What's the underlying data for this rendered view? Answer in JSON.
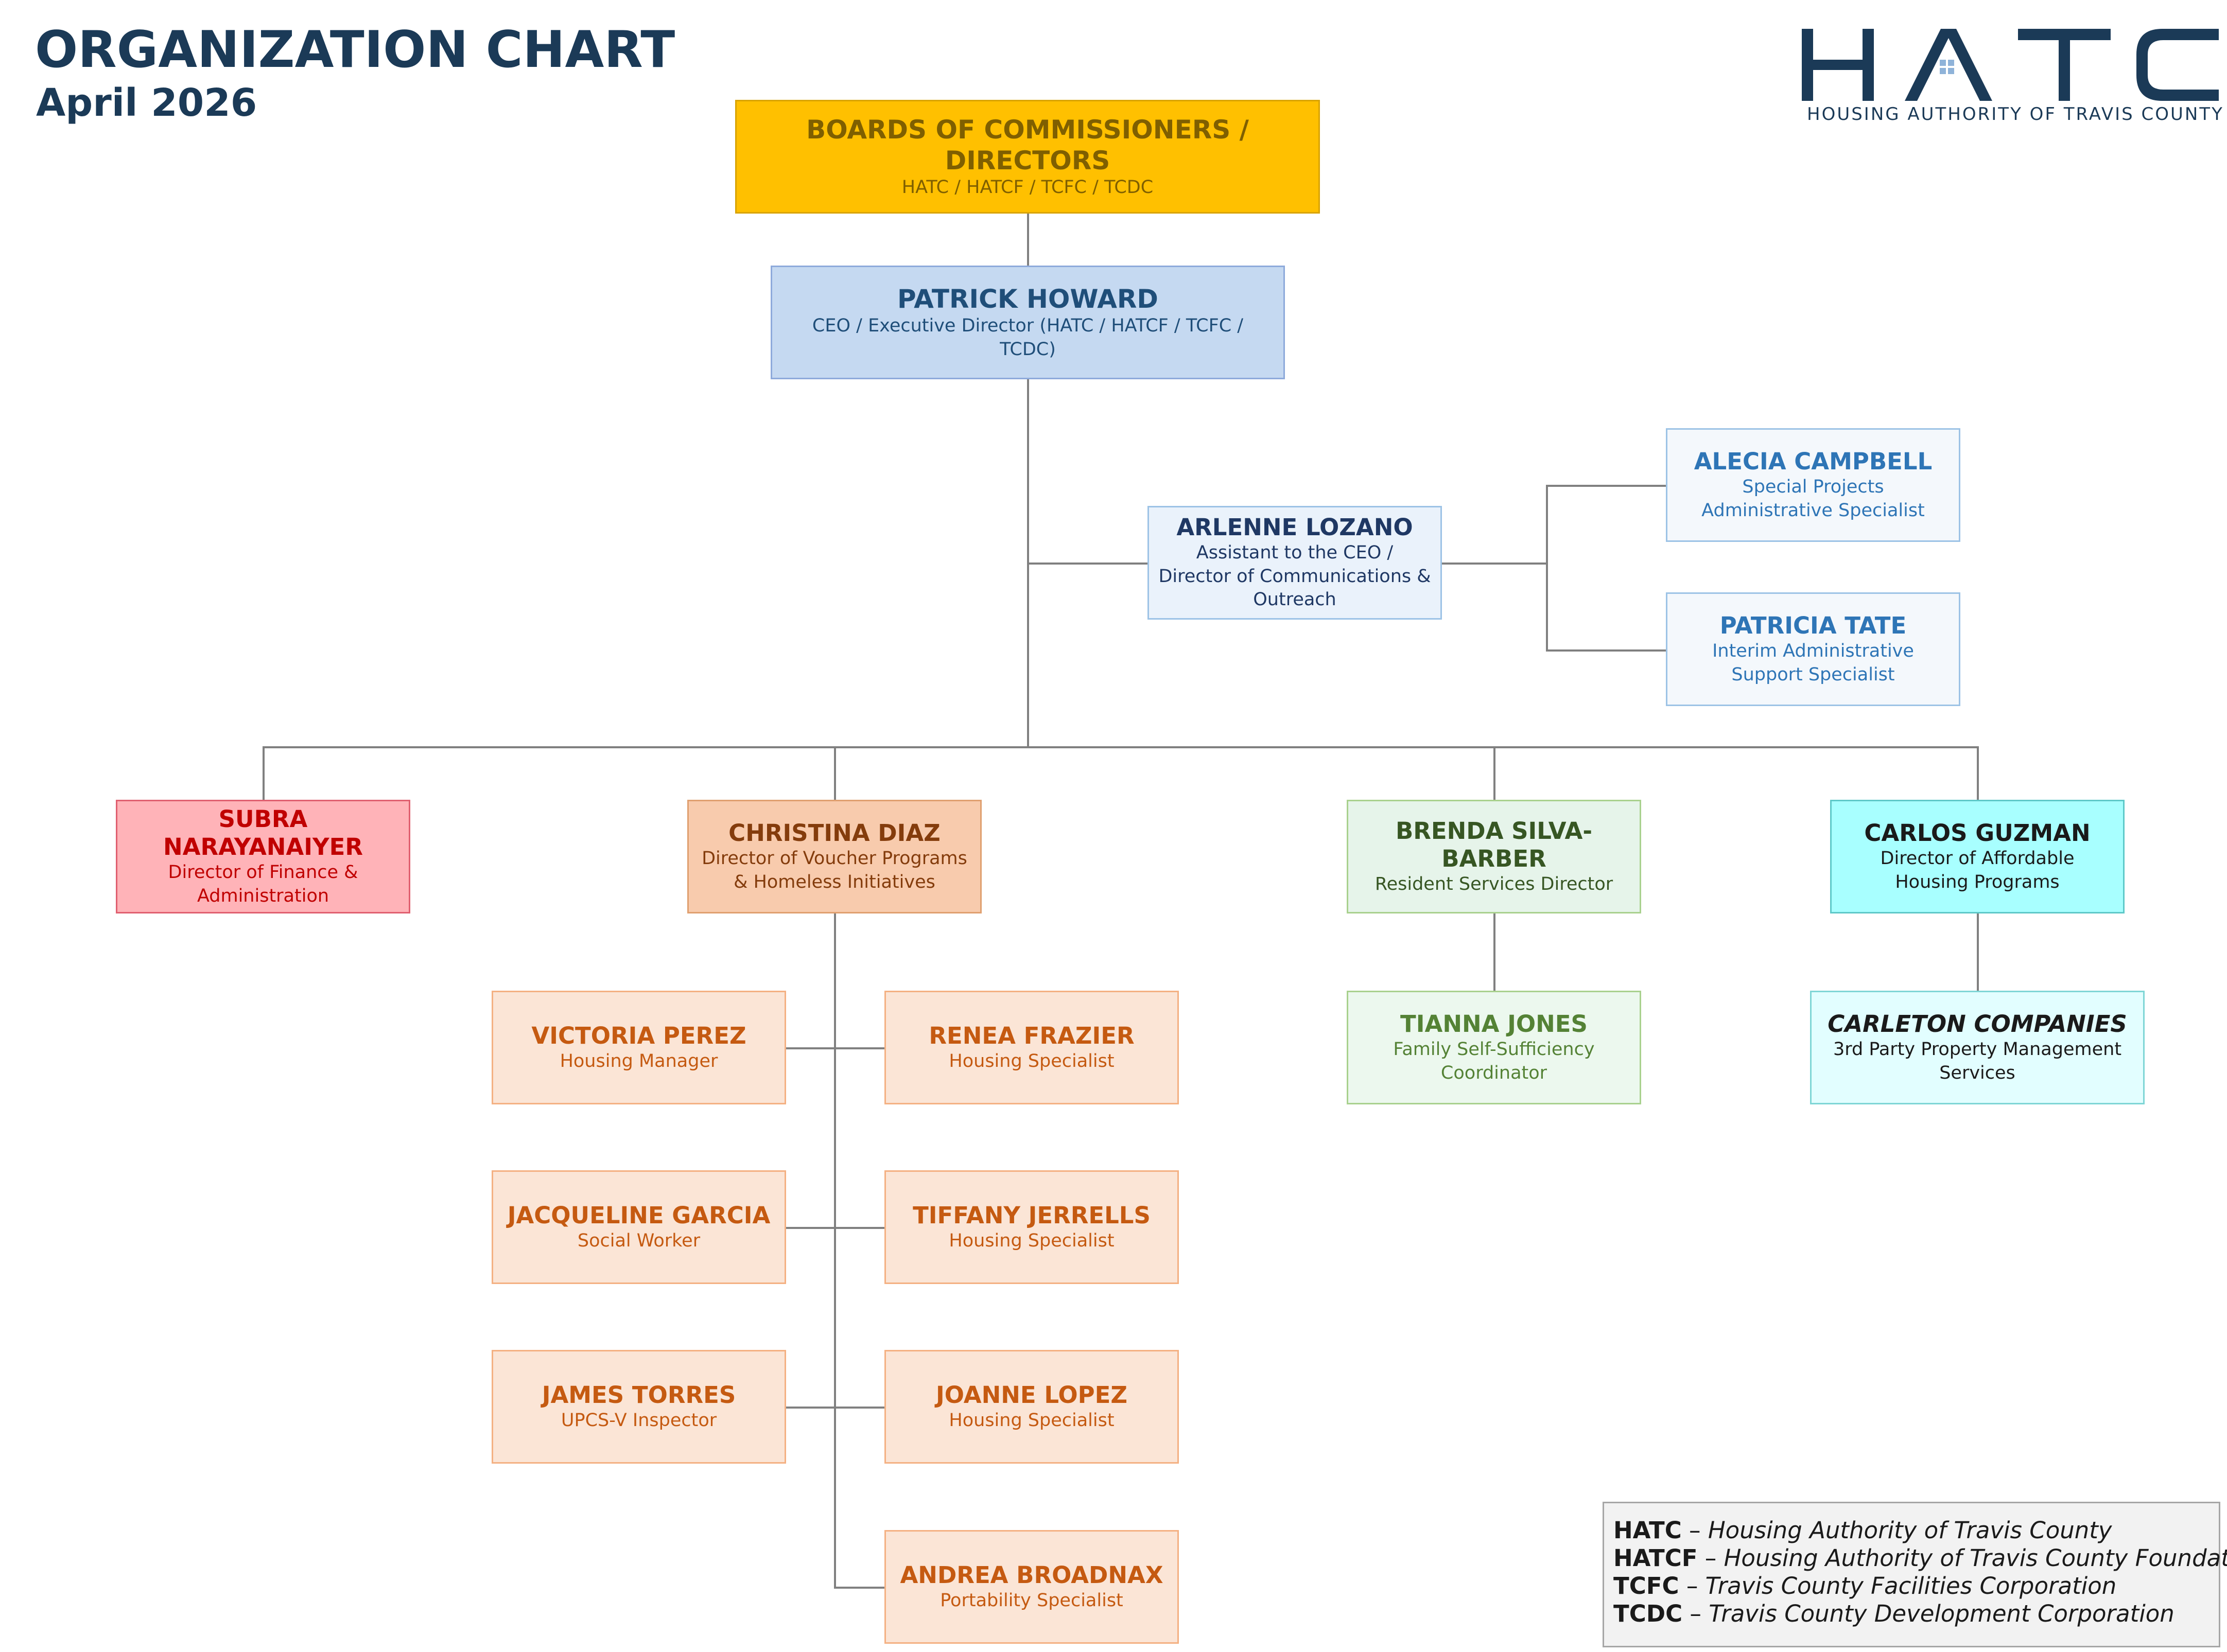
{
  "header": {
    "title": "ORGANIZATION CHART",
    "date": "April 2026"
  },
  "logo": {
    "letters": "HATC",
    "tagline": "HOUSING AUTHORITY OF TRAVIS COUNTY"
  },
  "board": {
    "name": "BOARDS OF COMMISSIONERS / DIRECTORS",
    "role": "HATC / HATCF / TCFC / TCDC"
  },
  "ceo": {
    "name": "PATRICK HOWARD",
    "role": "CEO / Executive Director (HATC / HATCF / TCFC / TCDC)"
  },
  "assistant": {
    "name": "ARLENNE LOZANO",
    "role": "Assistant to the CEO / Director of Communications & Outreach"
  },
  "assistant_reports": [
    {
      "name": "ALECIA CAMPBELL",
      "role": "Special Projects Administrative Specialist"
    },
    {
      "name": "PATRICIA TATE",
      "role": "Interim Administrative Support Specialist"
    }
  ],
  "directors": [
    {
      "name": "SUBRA NARAYANAIYER",
      "role": "Director of Finance & Administration"
    },
    {
      "name": "CHRISTINA DIAZ",
      "role": "Director of Voucher Programs & Homeless Initiatives"
    },
    {
      "name": "BRENDA SILVA-BARBER",
      "role": "Resident Services Director"
    },
    {
      "name": "CARLOS GUZMAN",
      "role": "Director of Affordable Housing Programs"
    }
  ],
  "voucher_staff": [
    {
      "name": "VICTORIA PEREZ",
      "role": "Housing Manager"
    },
    {
      "name": "RENEA FRAZIER",
      "role": "Housing Specialist"
    },
    {
      "name": "JACQUELINE GARCIA",
      "role": "Social Worker"
    },
    {
      "name": "TIFFANY JERRELLS",
      "role": "Housing Specialist"
    },
    {
      "name": "JAMES TORRES",
      "role": "UPCS-V Inspector"
    },
    {
      "name": "JOANNE LOPEZ",
      "role": "Housing Specialist"
    },
    {
      "name": "ANDREA BROADNAX",
      "role": "Portability Specialist"
    }
  ],
  "resident_staff": [
    {
      "name": "TIANNA JONES",
      "role": "Family Self-Sufficiency Coordinator"
    }
  ],
  "affordable_staff": [
    {
      "name": "CARLETON COMPANIES",
      "role": "3rd Party Property Management Services"
    }
  ],
  "legend": [
    {
      "abbr": "HATC",
      "full": "Housing Authority of Travis County"
    },
    {
      "abbr": "HATCF",
      "full": "Housing Authority of Travis County Foundation"
    },
    {
      "abbr": "TCFC",
      "full": "Travis County Facilities Corporation"
    },
    {
      "abbr": "TCDC",
      "full": "Travis County Development Corporation"
    }
  ],
  "colors": {
    "board": "#ffc000",
    "ceo": "#c5d9f1",
    "assistant": "#eaf2fb",
    "finance": "#ffb3b8",
    "voucher": "#f8cbad",
    "voucher_staff": "#fbe5d6",
    "resident": "#e6f4ea",
    "affordable": "#a8ffff"
  }
}
